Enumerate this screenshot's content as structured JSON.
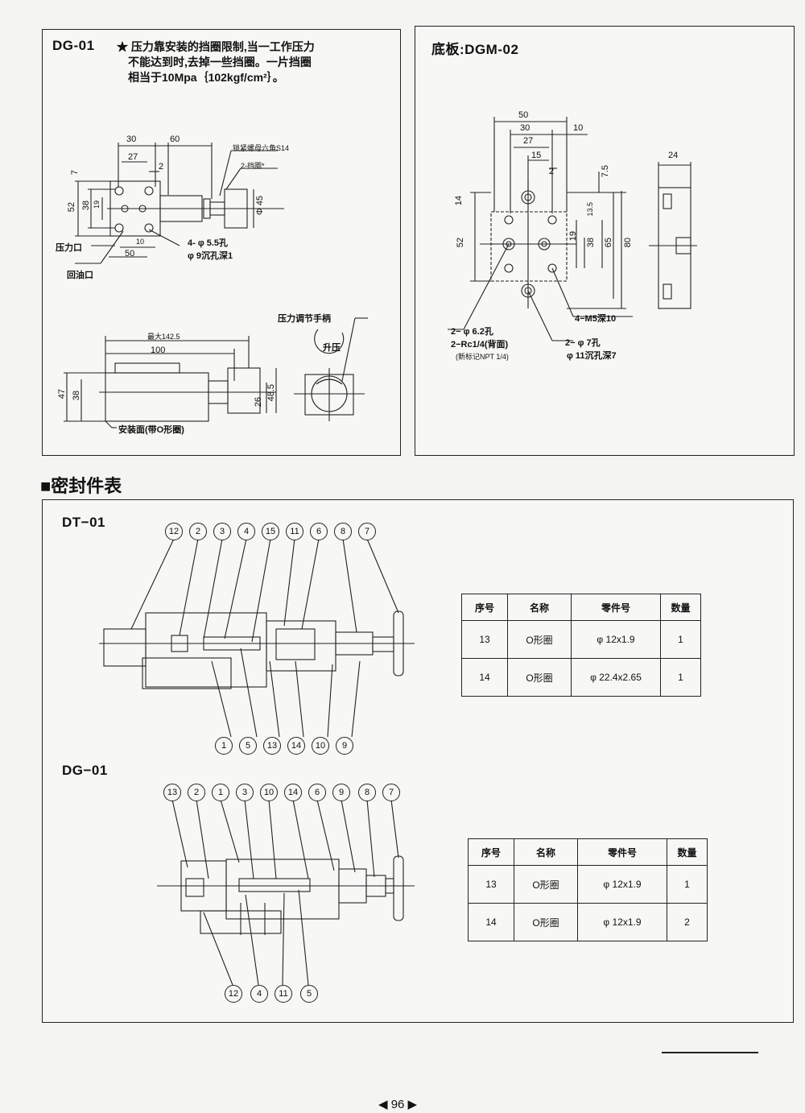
{
  "dg01_panel": {
    "model": "DG-01",
    "note_lines": [
      "★ 压力靠安装的挡圈限制,当一工作压力",
      "不能达到时,去掉一些挡圈。一片挡圈",
      "相当于10Mpa｛102kgf/cm²｝。"
    ],
    "label_nut": "锁紧螺母六角S14",
    "label_ring": "2-挡圈*",
    "label_pressure_port": "压力口",
    "label_return_port": "回油口",
    "label_holes_1": "4- φ 5.5孔",
    "label_holes_2": "φ 9沉孔深1",
    "label_handle": "压力调节手柄",
    "label_raise": "升压",
    "label_mount_face": "安装面(带O形圈)",
    "dims": {
      "d30": "30",
      "d60": "60",
      "d27": "27",
      "d2": "2",
      "d7": "7",
      "d19": "19",
      "d38": "38",
      "d52": "52",
      "d10": "10",
      "d50": "50",
      "d45": "Φ 45",
      "dmax": "最大142.5",
      "d100": "100",
      "d47": "47",
      "d38b": "38",
      "d26": "26",
      "d485": "48.5"
    }
  },
  "dgm02_panel": {
    "title": "底板:DGM-02",
    "dims": {
      "d50": "50",
      "d30": "30",
      "d10": "10",
      "d27": "27",
      "d15": "15",
      "d2": "2",
      "d75": "7.5",
      "d24": "24",
      "d14": "14",
      "d135": "13.5",
      "d52": "52",
      "d19": "19",
      "d38": "38",
      "d65": "65",
      "d80": "80"
    },
    "label_m5": "4−M5深10",
    "label_62": "2− φ 6.2孔",
    "label_rc": "2−Rc1/4(背面)",
    "label_npt": "(新标记NPT  1/4)",
    "label_7": "2− φ 7孔",
    "label_11": "φ 11沉孔深7"
  },
  "seal_section": {
    "title": "■密封件表",
    "dt01": {
      "model": "DT−01",
      "top_callouts": [
        "12",
        "2",
        "3",
        "4",
        "15",
        "11",
        "6",
        "8",
        "7"
      ],
      "bottom_callouts": [
        "1",
        "5",
        "13",
        "14",
        "10",
        "9"
      ],
      "table": {
        "headers": [
          "序号",
          "名称",
          "零件号",
          "数量"
        ],
        "rows": [
          [
            "13",
            "O形圈",
            "φ 12x1.9",
            "1"
          ],
          [
            "14",
            "O形圈",
            "φ 22.4x2.65",
            "1"
          ]
        ]
      }
    },
    "dg01": {
      "model": "DG−01",
      "top_callouts": [
        "13",
        "2",
        "1",
        "3",
        "10",
        "14",
        "6",
        "9",
        "8",
        "7"
      ],
      "bottom_callouts": [
        "12",
        "4",
        "11",
        "5"
      ],
      "table": {
        "headers": [
          "序号",
          "名称",
          "零件号",
          "数量"
        ],
        "rows": [
          [
            "13",
            "O形圈",
            "φ 12x1.9",
            "1"
          ],
          [
            "14",
            "O形圈",
            "φ 12x1.9",
            "2"
          ]
        ]
      }
    }
  },
  "page_number": "◀ 96 ▶"
}
